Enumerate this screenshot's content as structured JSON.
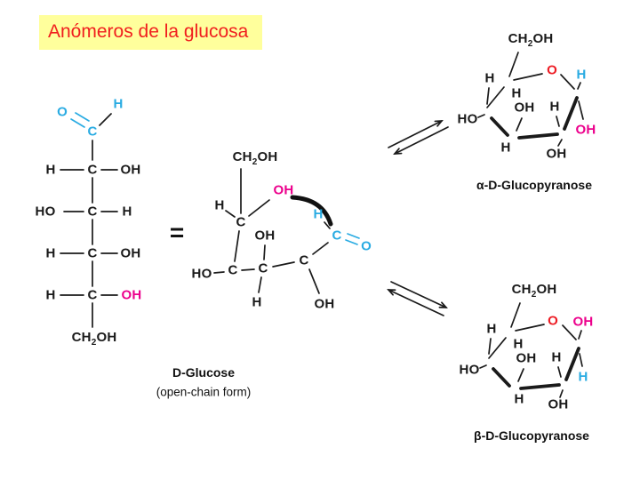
{
  "title": "Anómeros de la glucosa",
  "colors": {
    "cyan": "#29ABE2",
    "magenta": "#EC008C",
    "red": "#ED1C24",
    "title_text": "#F01E1E",
    "title_background": "#FFFF9C",
    "bond_black": "#1A1A1A"
  },
  "fischer": {
    "aldehyde": {
      "o": "O",
      "c": "C",
      "h": "H"
    },
    "rows": [
      {
        "left": "H",
        "c": "C",
        "right": "OH"
      },
      {
        "left": "HO",
        "c": "C",
        "right": "H"
      },
      {
        "left": "H",
        "c": "C",
        "right": "OH"
      },
      {
        "left": "H",
        "c": "C",
        "right": "OH"
      }
    ],
    "ch2oh": {
      "c1": "CH",
      "sub": "2",
      "c2": "OH"
    },
    "caption_line1": "D-Glucose",
    "caption_line2": "(open-chain form)"
  },
  "equals_sign": "=",
  "middle": {
    "ch2oh": {
      "c1": "CH",
      "sub": "2",
      "c2": "OH"
    },
    "atoms": {
      "h5": "H",
      "oh5": "OH",
      "c5": "C",
      "ho4": "HO",
      "c4": "C",
      "oh3": "OH",
      "c3": "C",
      "h3": "H",
      "c2": "C",
      "oh2": "OH",
      "h1": "H",
      "c1": "C",
      "o1": "O"
    }
  },
  "alpha_ring": {
    "ch2oh": {
      "c1": "CH",
      "sub": "2",
      "c2": "OH"
    },
    "atoms": {
      "h4_up": "H",
      "h5_down": "H",
      "ring_o": "O",
      "h1": "H",
      "oh3": "OH",
      "h2_up": "H",
      "ho4": "HO",
      "oh1": "OH",
      "h3_down": "H",
      "oh2": "OH"
    },
    "caption": "α-D-Glucopyranose"
  },
  "beta_ring": {
    "ch2oh": {
      "c1": "CH",
      "sub": "2",
      "c2": "OH"
    },
    "atoms": {
      "h4_up": "H",
      "h5_down": "H",
      "ring_o": "O",
      "oh1": "OH",
      "oh3": "OH",
      "h2_up": "H",
      "ho4": "HO",
      "h1": "H",
      "h3_down": "H",
      "oh2": "OH"
    },
    "caption": "β-D-Glucopyranose"
  }
}
